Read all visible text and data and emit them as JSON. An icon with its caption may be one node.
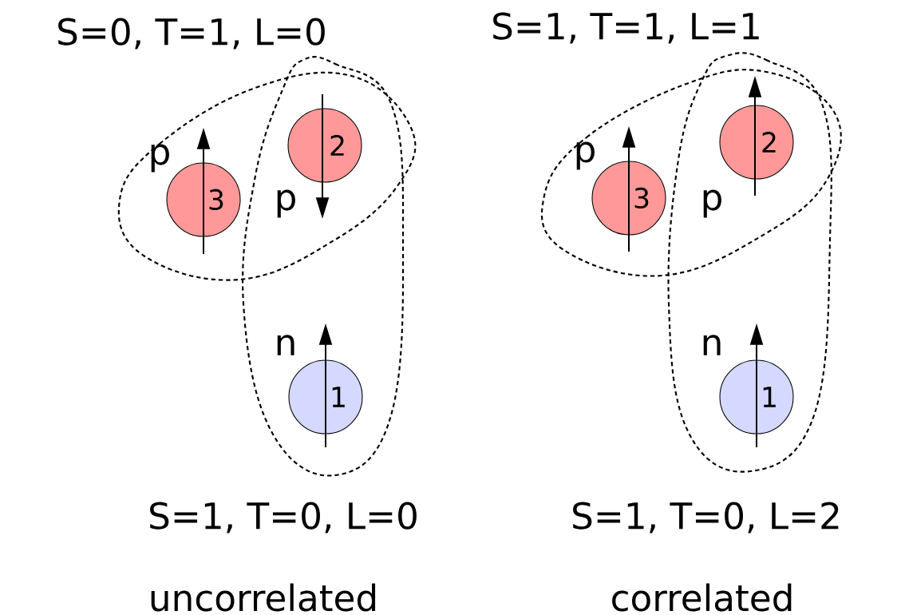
{
  "diagram": {
    "nodes": [
      {
        "text": [
          "3"
        ],
        "beside": [
          "p"
        ]
      },
      {
        "text": [
          "2"
        ],
        "beside": [
          "p"
        ]
      },
      {
        "text": [
          "1"
        ],
        "beside": [
          "n"
        ]
      },
      {
        "text": [
          "3"
        ],
        "beside": [
          "p"
        ]
      },
      {
        "text": [
          "2"
        ],
        "beside": [
          "p"
        ]
      },
      {
        "text": [
          "1"
        ],
        "beside": [
          "n"
        ]
      }
    ],
    "edges": [],
    "labels": [
      "S=0, T=1, L=0",
      "S=1, T=1, L=1",
      "S=1, T=0, L=0",
      "S=1, T=0, L=2",
      "uncorrelated",
      "correlated"
    ]
  }
}
